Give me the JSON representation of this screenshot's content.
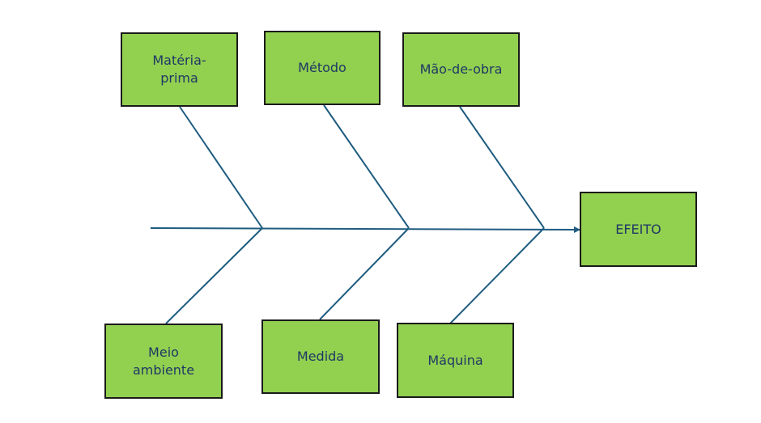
{
  "diagram": {
    "type": "fishbone",
    "effect": "EFEITO",
    "causes_top": [
      "Matéria-\nprima",
      "Método",
      "Mão-de-obra"
    ],
    "causes_bottom": [
      "Meio\nambiente",
      "Medida",
      "Máquina"
    ]
  },
  "colors": {
    "box_fill": "#92d050",
    "box_border": "#1a1a1a",
    "text": "#1f3864",
    "line": "#1f5c80"
  }
}
